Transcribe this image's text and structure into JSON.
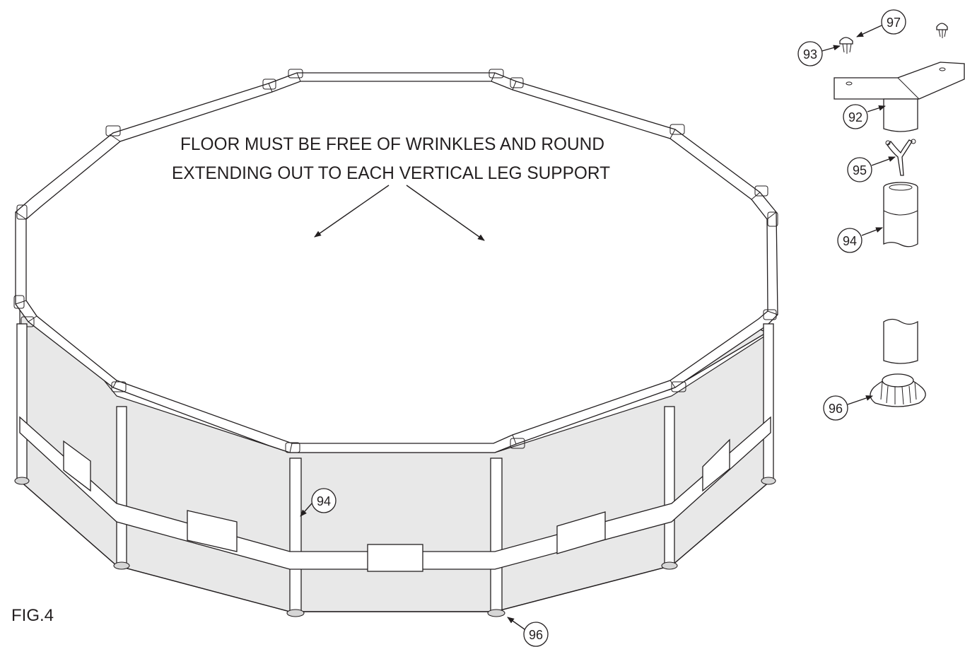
{
  "instruction": {
    "line1": "FLOOR MUST BE FREE OF WRINKLES AND ROUND",
    "line2": "EXTENDING OUT TO EACH VERTICAL LEG SUPPORT"
  },
  "figure_label": "FIG.4",
  "callouts": {
    "leg_main": "94",
    "foot_main": "96",
    "t_joint": "92",
    "pin": "93",
    "pin_cap": "97",
    "clip": "95",
    "leg_part": "94",
    "foot_part": "96"
  }
}
